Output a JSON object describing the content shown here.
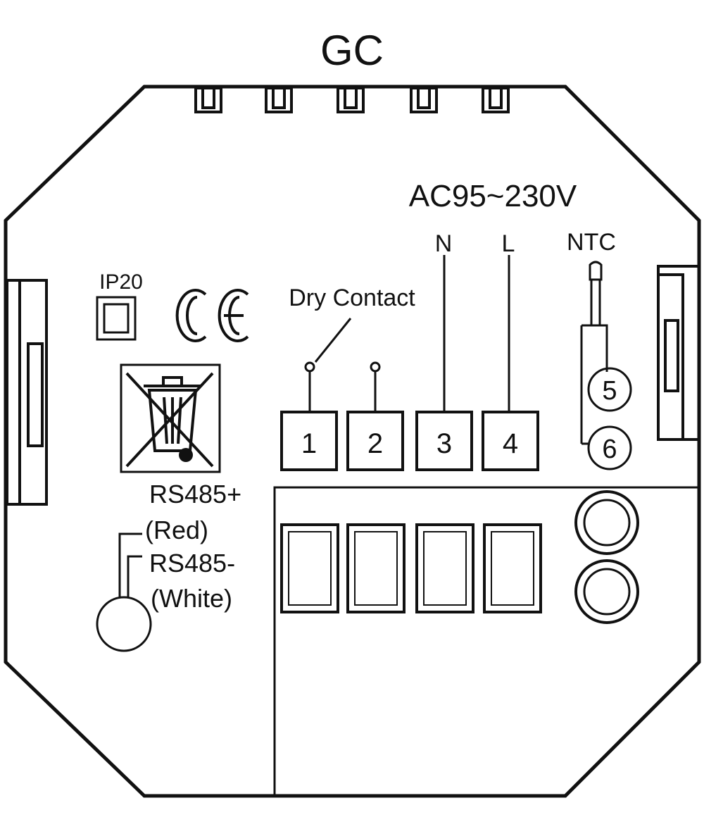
{
  "model": "GC",
  "supply_voltage": "AC95~230V",
  "supply_labels": {
    "neutral": "N",
    "live": "L"
  },
  "sensor_label": "NTC",
  "dry_contact_label": "Dry Contact",
  "ip_rating": "IP20",
  "ce_mark": "CE",
  "terminals": [
    {
      "number": "1"
    },
    {
      "number": "2"
    },
    {
      "number": "3"
    },
    {
      "number": "4"
    }
  ],
  "ntc_terminals": [
    "5",
    "6"
  ],
  "rs485": {
    "plus": "RS485+",
    "plus_color": "(Red)",
    "minus": "RS485-",
    "minus_color": "(White)"
  },
  "line_color": "#111111"
}
